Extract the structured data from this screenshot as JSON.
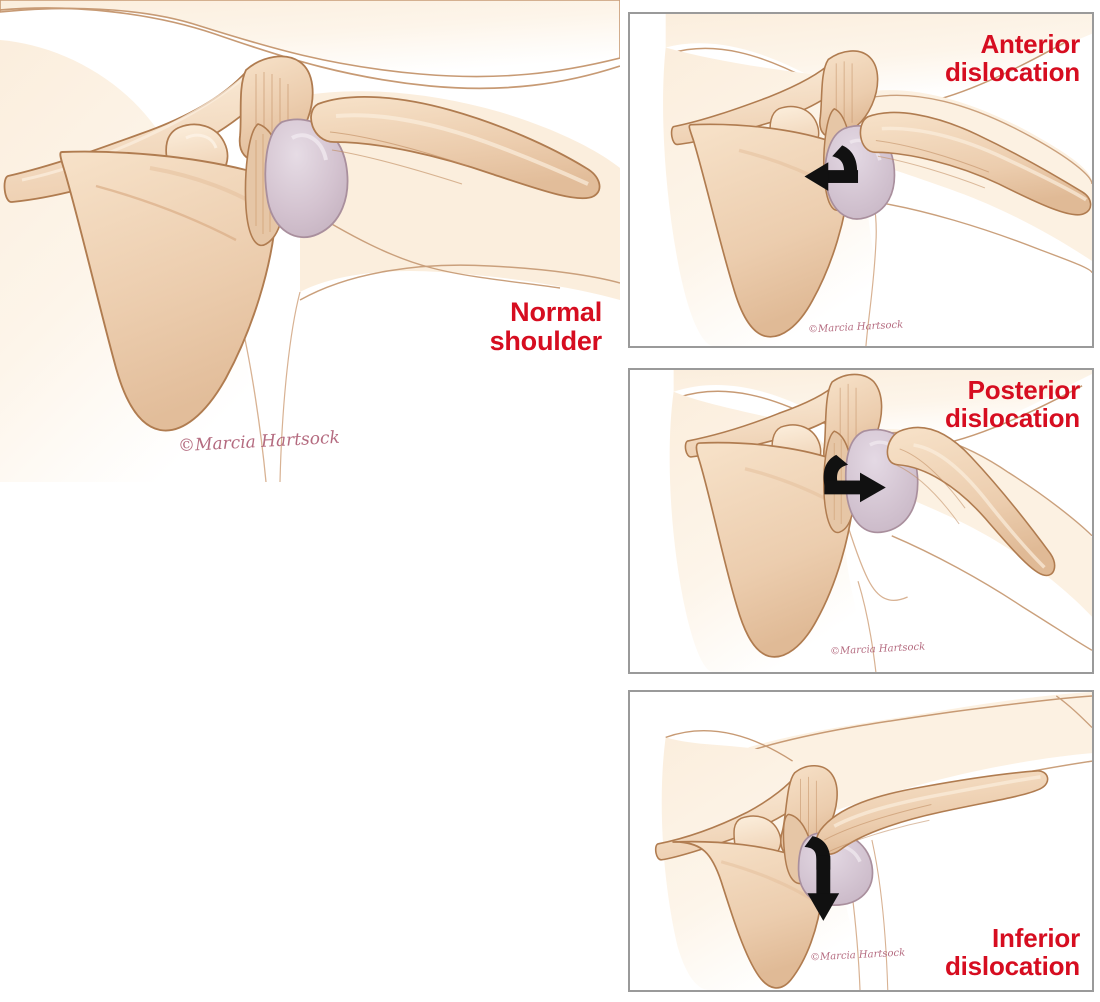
{
  "figure": {
    "title": "Shoulder dislocation types",
    "background_color": "#ffffff",
    "label_color": "#d60d20",
    "panel_border_color": "#9a9a9a"
  },
  "palette": {
    "skin_light": "#fdf4e6",
    "skin_mid": "#f6e2cd",
    "skin_shadow": "#ecd0b4",
    "bone_fill": "#eccdae",
    "bone_fill_light": "#f6e0c8",
    "bone_outline": "#b07c50",
    "cartilage": "#d3c3cf",
    "cartilage_light": "#e2d6e0",
    "cartilage_outline": "#a98f9d",
    "arrow": "#111111"
  },
  "panels": [
    {
      "id": "normal",
      "caption": "Normal\nshoulder",
      "bordered": false,
      "signature": "©Marcia Hartsock",
      "arrow": null,
      "anatomy": [
        "clavicle",
        "acromion",
        "coracoid-process",
        "scapula",
        "glenoid",
        "humeral-head",
        "humerus-shaft"
      ],
      "description": "Humeral head seated in the glenoid fossa; arm in neutral position"
    },
    {
      "id": "anterior",
      "caption": "Anterior\ndislocation",
      "bordered": true,
      "signature": "©Marcia Hartsock",
      "arrow": {
        "direction": "left",
        "shape": "curved-hook",
        "color": "#111111"
      },
      "anatomy": [
        "clavicle",
        "acromion",
        "coracoid-process",
        "scapula",
        "glenoid",
        "humeral-head",
        "humerus-shaft"
      ],
      "description": "Humeral head displaced forward (anteriorly) off the glenoid"
    },
    {
      "id": "posterior",
      "caption": "Posterior\ndislocation",
      "bordered": true,
      "signature": "©Marcia Hartsock",
      "arrow": {
        "direction": "right",
        "shape": "curved-hook",
        "color": "#111111"
      },
      "anatomy": [
        "clavicle",
        "acromion",
        "coracoid-process",
        "scapula",
        "glenoid",
        "humeral-head",
        "humerus-shaft"
      ],
      "description": "Humeral head displaced backward (posteriorly) off the glenoid"
    },
    {
      "id": "inferior",
      "caption": "Inferior\ndislocation",
      "bordered": true,
      "signature": "©Marcia Hartsock",
      "arrow": {
        "direction": "down",
        "shape": "curved-hook",
        "color": "#111111"
      },
      "anatomy": [
        "clavicle",
        "acromion",
        "coracoid-process",
        "scapula",
        "glenoid",
        "humeral-head",
        "humerus-shaft"
      ],
      "description": "Arm elevated overhead; humeral head displaced downward below the glenoid"
    }
  ]
}
